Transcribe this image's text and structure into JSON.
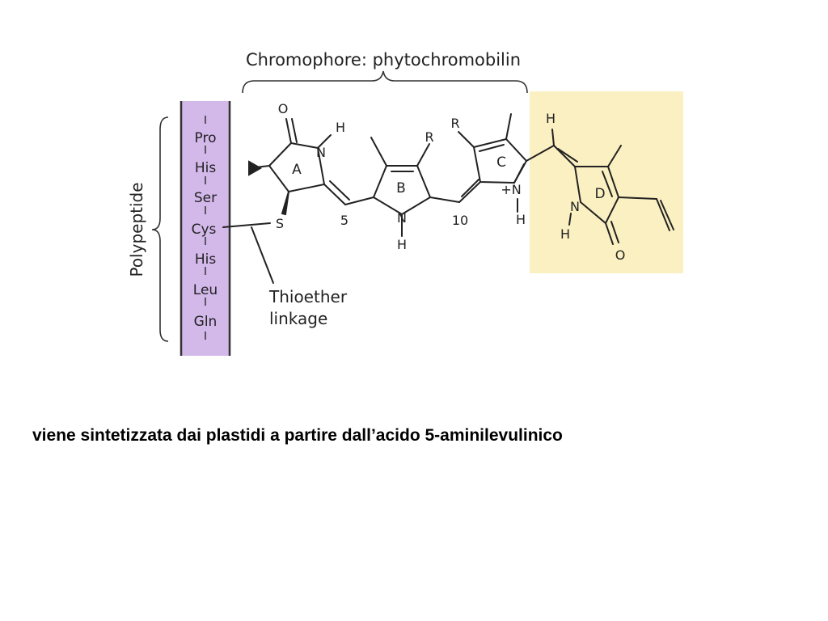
{
  "diagram": {
    "chromophore_label": "Chromophore: phytochromobilin",
    "polypeptide_label": "Polypeptide",
    "thioether_label_line1": "Thioether",
    "thioether_label_line2": "linkage",
    "residues": [
      "Pro",
      "His",
      "Ser",
      "Cys",
      "His",
      "Leu",
      "Gln"
    ],
    "rings": {
      "a": "A",
      "b": "B",
      "c": "C",
      "d": "D"
    },
    "atoms": {
      "oxygen": "O",
      "nitrogen": "N",
      "nitrogen_plus": "+N",
      "hydrogen": "H",
      "sulfur": "S",
      "r_group": "R"
    },
    "positions": {
      "p5": "5",
      "p10": "10"
    },
    "colors": {
      "polypeptide_band": "#d3b8ea",
      "ring_d_highlight": "#fbf0c2",
      "ink": "#222222"
    }
  },
  "caption": "viene sintetizzata dai plastidi a partire dall’acido 5-aminilevulinico"
}
